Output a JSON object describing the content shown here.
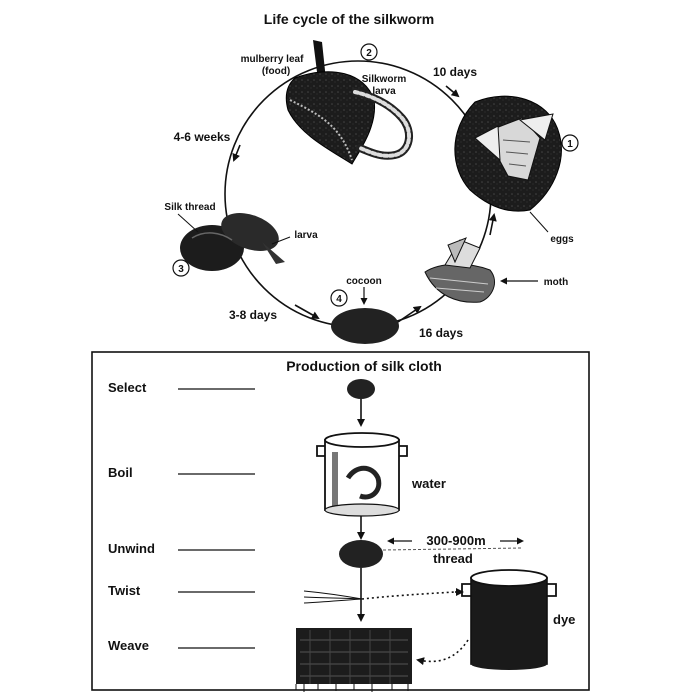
{
  "life_cycle": {
    "title": "Life cycle of the silkworm",
    "stages": [
      {
        "number": "1",
        "labels": [
          "eggs"
        ]
      },
      {
        "number": "2",
        "labels": [
          "mulberry leaf",
          "(food)",
          "Silkworm",
          "larva"
        ]
      },
      {
        "number": "3",
        "labels": [
          "Silk thread",
          "larva"
        ]
      },
      {
        "number": "4",
        "labels": [
          "cocoon"
        ]
      }
    ],
    "extra_label": "moth",
    "durations": [
      "10 days",
      "4-6 weeks",
      "3-8 days",
      "16 days"
    ]
  },
  "production": {
    "title": "Production of silk cloth",
    "steps": [
      "Select",
      "Boil",
      "Unwind",
      "Twist",
      "Weave"
    ],
    "water_label": "water",
    "thread_length": "300-900m",
    "thread_label": "thread",
    "dye_label": "dye"
  }
}
